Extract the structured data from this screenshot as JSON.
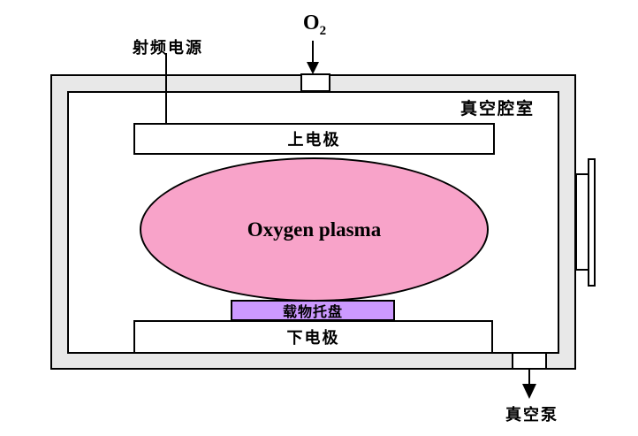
{
  "diagram": {
    "description": "plasma-chamber-schematic",
    "labels": {
      "rf_power": "射频电源",
      "gas_base": "O",
      "gas_sub": "2",
      "chamber": "真空腔室",
      "upper_electrode": "上电极",
      "plasma": "Oxygen plasma",
      "tray": "载物托盘",
      "lower_electrode": "下电极",
      "pump": "真空泵"
    },
    "colors": {
      "wall_fill": "#e8e8e8",
      "plasma_fill": "#f8a3c9",
      "tray_fill": "#cc99ff",
      "outline": "#000000",
      "background": "#ffffff"
    }
  }
}
